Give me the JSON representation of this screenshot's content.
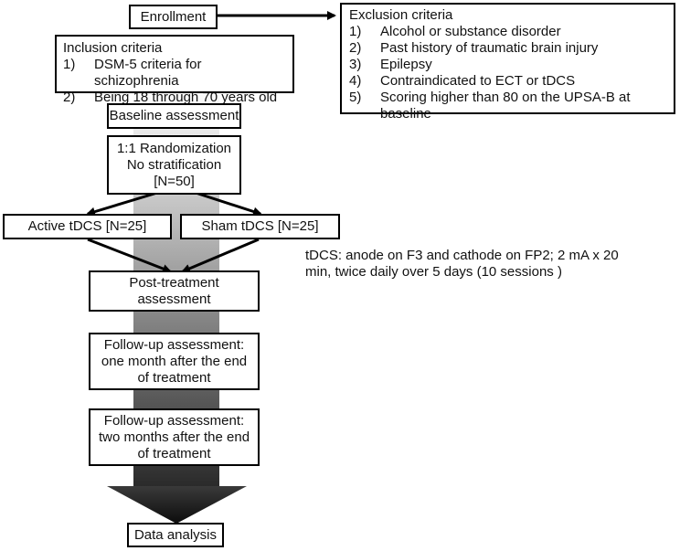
{
  "enrollment": "Enrollment",
  "exclusion": {
    "title": "Exclusion criteria",
    "items": [
      {
        "num": "1)",
        "text": "Alcohol or substance disorder"
      },
      {
        "num": "2)",
        "text": "Past history of traumatic brain injury"
      },
      {
        "num": "3)",
        "text": "Epilepsy"
      },
      {
        "num": "4)",
        "text": "Contraindicated to ECT or tDCS"
      },
      {
        "num": "5)",
        "text": "Scoring higher than 80 on the UPSA-B at baseline"
      }
    ]
  },
  "inclusion": {
    "title": "Inclusion criteria",
    "items": [
      {
        "num": "1)",
        "text": "DSM-5 criteria for schizophrenia"
      },
      {
        "num": "2)",
        "text": "Being 18 through 70 years old"
      }
    ]
  },
  "baseline": "Baseline assessment",
  "randomization": {
    "line1": "1:1 Randomization",
    "line2": "No stratification",
    "line3": "[N=50]"
  },
  "active": "Active tDCS [N=25]",
  "sham": "Sham tDCS [N=25]",
  "protocol": {
    "line1": "tDCS: anode on F3 and cathode on FP2; 2 mA x 20",
    "line2": "min, twice daily over 5 days (10 sessions )"
  },
  "post_treatment": {
    "line1": "Post-treatment",
    "line2": "assessment"
  },
  "followup1": {
    "line1": "Follow-up assessment:",
    "line2": "one month after the end",
    "line3": "of treatment"
  },
  "followup2": {
    "line1": "Follow-up assessment:",
    "line2": "two months after the end",
    "line3": "of treatment"
  },
  "data_analysis": "Data analysis"
}
